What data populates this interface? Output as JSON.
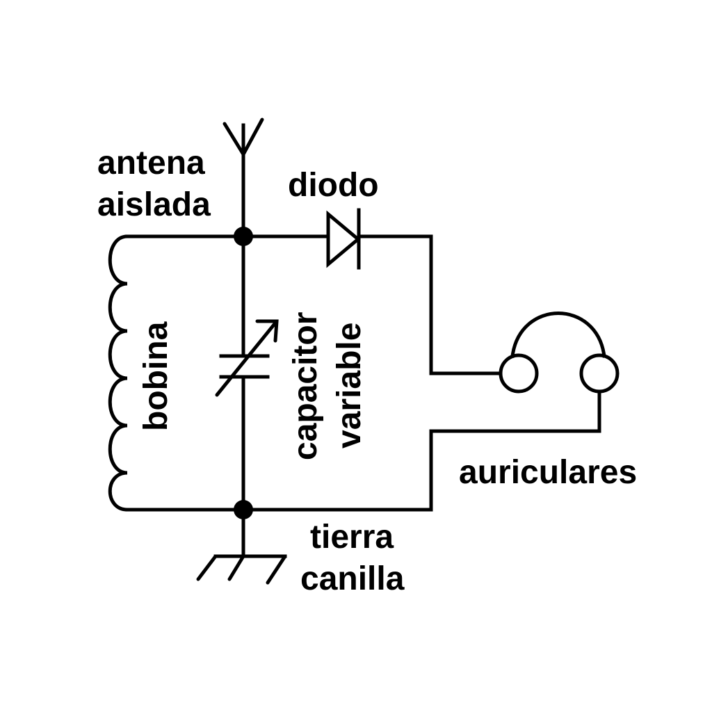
{
  "diagram": {
    "labels": {
      "antenna_line1": "antena",
      "antenna_line2": "aislada",
      "diode": "diodo",
      "coil": "bobina",
      "capacitor_line1": "capacitor",
      "capacitor_line2": "variable",
      "earphones": "auriculares",
      "ground_line1": "tierra",
      "ground_line2": "canilla"
    },
    "colors": {
      "ink": "#000000",
      "background": "#ffffff"
    }
  }
}
